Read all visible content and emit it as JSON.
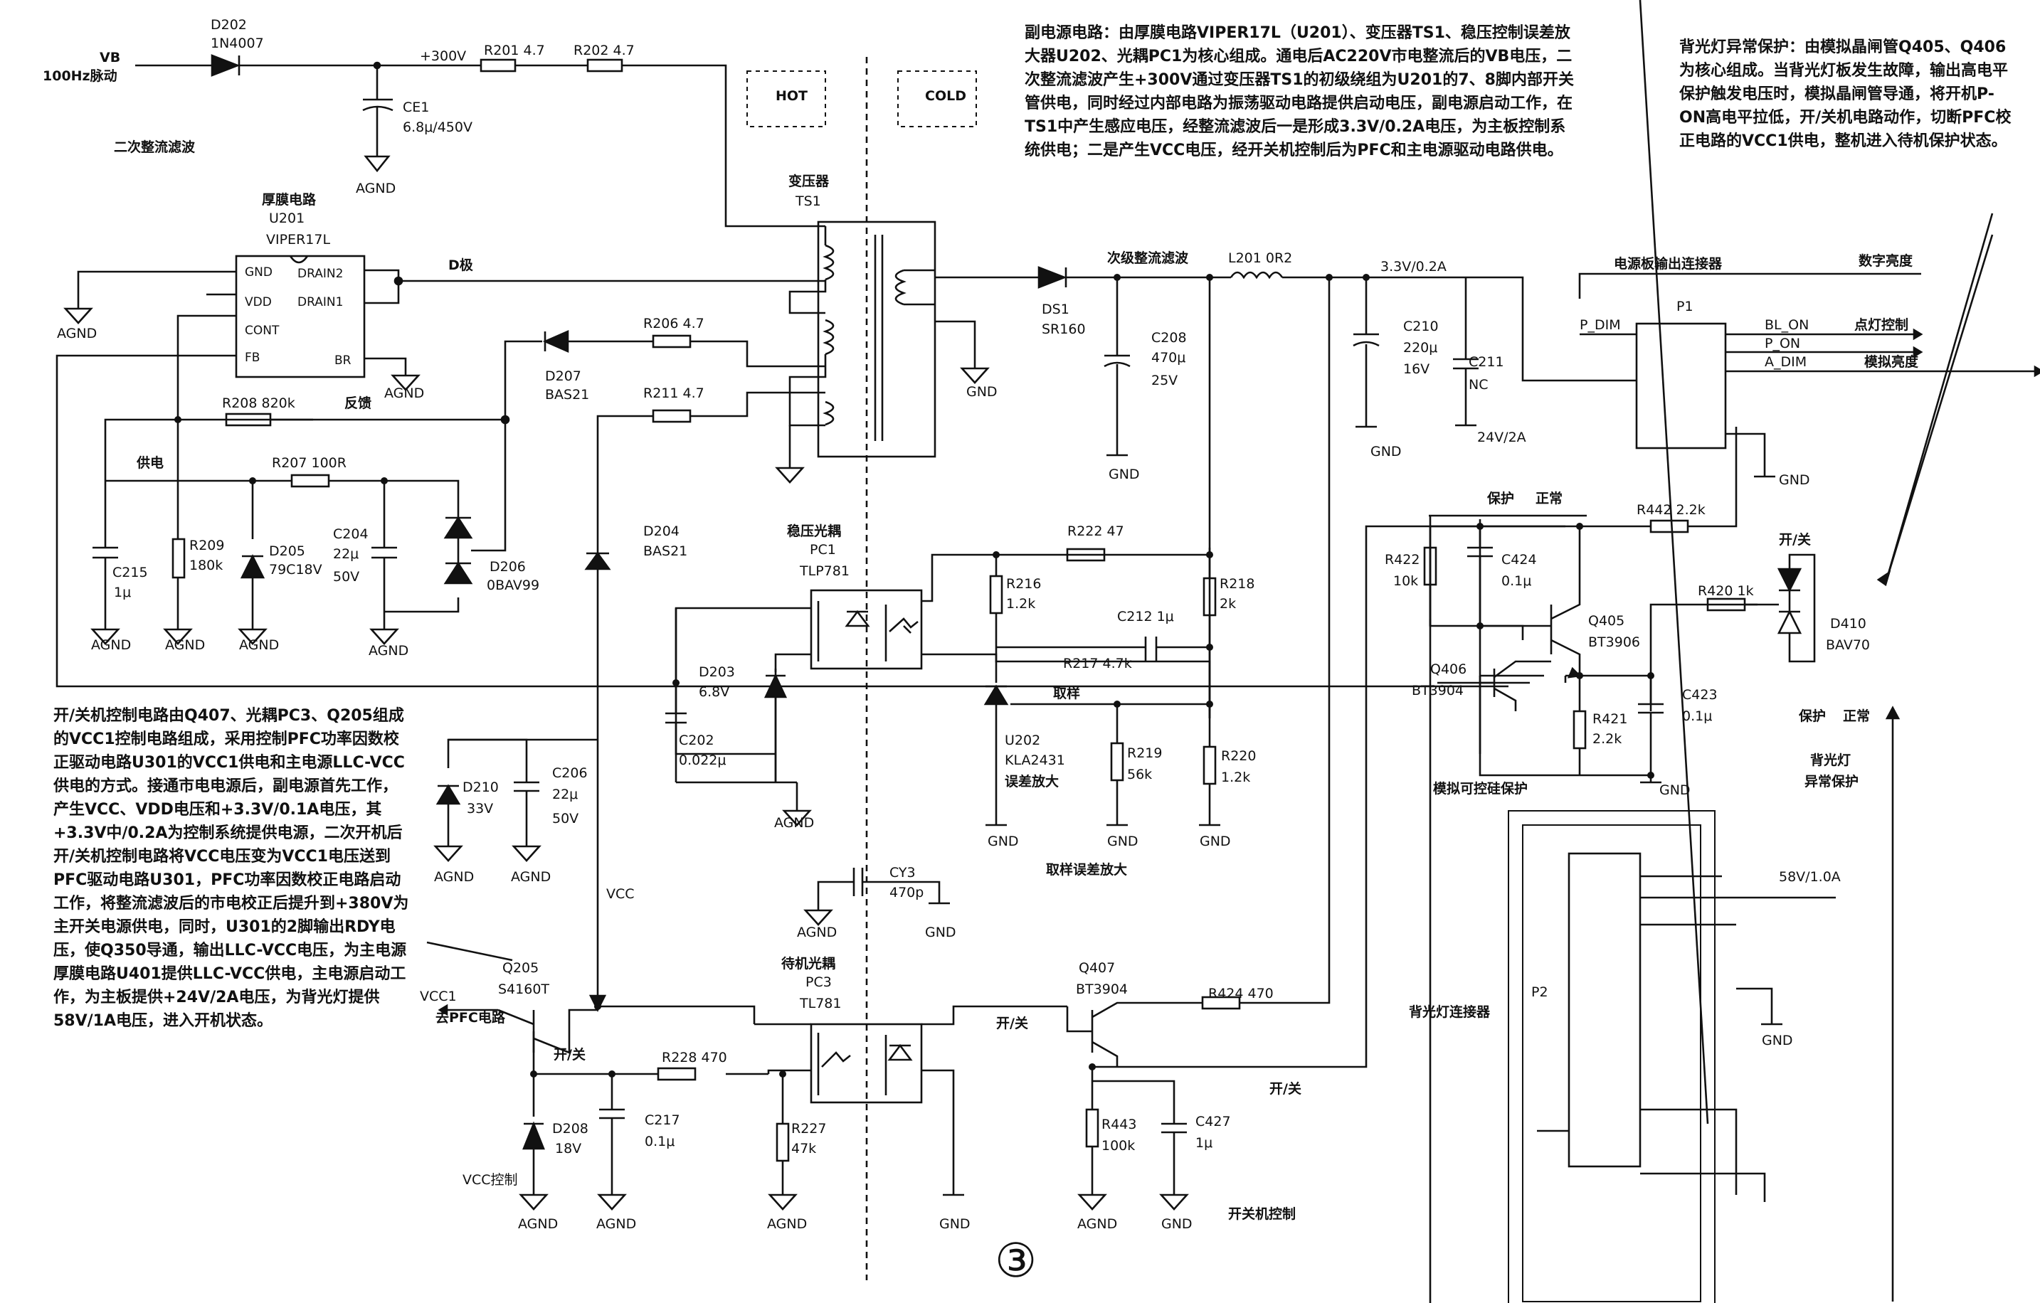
{
  "figure_number": "③",
  "blocks": {
    "aux_supply": "副电源电路：由厚膜电路VIPER17L（U201）、变压器TS1、稳压控制误差放大器U202、光耦PC1为核心组成。通电后AC220V市电整流后的VB电压，二次整流滤波产生+300V通过变压器TS1的初级绕组为U201的7、8脚内部开关管供电，同时经过内部电路为振荡驱动电路提供启动电压，副电源启动工作，在TS1中产生感应电压，经整流滤波后一是形成3.3V/0.2A电压，为主板控制系统供电；二是产生VCC电压，经开关机控制后为PFC和主电源驱动电路供电。",
    "backlight_protect": "背光灯异常保护：由模拟晶闸管Q405、Q406为核心组成。当背光灯板发生故障，输出高电平保护触发电压时，模拟晶闸管导通，将开机P-ON高电平拉低，开/关机电路动作，切断PFC校正电路的VCC1供电，整机进入待机保护状态。",
    "onoff_control": "开/关机控制电路由Q407、光耦PC3、Q205组成的VCC1控制电路组成，采用控制PFC功率因数校正驱动电路U301的VCC1供电和主电源LLC-VCC供电的方式。接通市电电源后，副电源首先工作，产生VCC、VDD电压和+3.3V/0.1A电压，其+3.3V中/0.2A为控制系统提供电源，二次开机后开/关机控制电路将VCC电压变为VCC1电压送到PFC驱动电路U301，PFC功率因数校正电路启动工作，将整流滤波后的市电校正后提升到+380V为主开关电源供电，同时，U301的2脚输出RDY电压，使Q350导通，输出LLC-VCC电压，为主电源厚膜电路U401提供LLC-VCC供电，主电源启动工作，为主板提供+24V/2A电压，为背光灯提供58V/1A电压，进入开机状态。"
  },
  "labels": {
    "vb": "VB",
    "vb_desc": "100Hz脉动",
    "d202": "D202",
    "d202_part": "1N4007",
    "v300": "+300V",
    "r201": "R201 4.7",
    "r202": "R202 4.7",
    "ce1": "CE1",
    "ce1_val": "6.8μ/450V",
    "second_rect": "二次整流滤波",
    "agnd": "AGND",
    "hot": "HOT",
    "cold": "COLD",
    "thick_film": "厚膜电路",
    "u201": "U201",
    "viper": "VIPER17L",
    "pin_gnd": "GND",
    "pin_vdd": "VDD",
    "pin_cont": "CONT",
    "pin_fb": "FB",
    "pin_drain2": "DRAIN2",
    "pin_drain1": "DRAIN1",
    "pin_br": "BR",
    "d_pole": "D极",
    "transformer": "变压器",
    "ts1": "TS1",
    "d207": "D207",
    "d207_part": "BAS21",
    "r206": "R206 4.7",
    "r211": "R211 4.7",
    "r208": "R208 820k",
    "feedback": "反馈",
    "supply": "供电",
    "r207": "R207 100R",
    "c215": "C215",
    "c215_val": "1μ",
    "r209": "R209",
    "r209_val": "180k",
    "d205": "D205",
    "d205_val": "79C18V",
    "c204": "C204",
    "c204_val1": "22μ",
    "c204_val2": "50V",
    "d206": "D206",
    "d206_part": "0BAV99",
    "ds1": "DS1",
    "ds1_part": "SR160",
    "sec_rect": "次级整流滤波",
    "l201": "L201 0R2",
    "c208": "C208",
    "c208_val1": "470μ",
    "c208_val2": "25V",
    "v33": "3.3V/0.2A",
    "c210": "C210",
    "c210_val1": "220μ",
    "c210_val2": "16V",
    "c211": "C211",
    "c211_val": "NC",
    "v24": "24V/2A",
    "gnd": "GND",
    "conn_out": "电源板输出连接器",
    "p1": "P1",
    "p_dim": "P_DIM",
    "bl_on": "BL_ON",
    "p_on": "P_ON",
    "a_dim": "A_DIM",
    "digital_bright": "数字亮度",
    "lamp_ctrl": "点灯控制",
    "analog_bright": "模拟亮度",
    "d204": "D204",
    "d204_part": "BAS21",
    "pc1_title": "稳压光耦",
    "pc1": "PC1",
    "pc1_part": "TLP781",
    "r222": "R222 47",
    "r216": "R216",
    "r216_val": "1.2k",
    "r218": "R218",
    "r218_val": "2k",
    "c212": "C212 1μ",
    "r217": "R217 4.7k",
    "d203": "D203",
    "d203_val": "6.8V",
    "c202": "C202",
    "c202_val": "0.022μ",
    "sample": "取样",
    "u202": "U202",
    "u202_part": "KLA2431",
    "err_amp": "误差放大",
    "r219": "R219",
    "r219_val": "56k",
    "r220": "R220",
    "r220_val": "1.2k",
    "sample_amp": "取样误差放大",
    "d210": "D210",
    "d210_val": "33V",
    "c206": "C206",
    "c206_val1": "22μ",
    "c206_val2": "50V",
    "vcc": "VCC",
    "cy3": "CY3",
    "cy3_val": "470p",
    "standby_oc": "待机光耦",
    "pc3": "PC3",
    "pc3_part": "TL781",
    "q205": "Q205",
    "q205_part": "S4160T",
    "vcc1": "VCC1",
    "to_pfc": "去PFC电路",
    "switch": "开/关",
    "r228": "R228 470",
    "d208": "D208",
    "d208_val": "18V",
    "vcc_ctrl": "VCC控制",
    "c217": "C217",
    "c217_val": "0.1μ",
    "r227": "R227",
    "r227_val": "47k",
    "q407": "Q407",
    "q407_part": "BT3904",
    "r424": "R424 470",
    "r443": "R443",
    "r443_val": "100k",
    "c427": "C427",
    "c427_val": "1μ",
    "onoff_ctrl": "开关机控制",
    "protect": "保护",
    "normal": "正常",
    "r442": "R442 2.2k",
    "r422": "R422",
    "r422_val": "10k",
    "c424": "C424",
    "c424_val": "0.1μ",
    "q405": "Q405",
    "q405_part": "BT3906",
    "q406": "Q406",
    "q406_part": "BT3904",
    "r420": "R420 1k",
    "d410": "D410",
    "d410_part": "BAV70",
    "c423": "C423",
    "c423_val": "0.1μ",
    "r421": "R421",
    "r421_val": "2.2k",
    "scr_protect": "模拟可控硅保护",
    "bl_abn1": "背光灯",
    "bl_abn2": "异常保护",
    "v58": "58V/1.0A",
    "p2": "P2",
    "bl_conn": "背光灯连接器"
  }
}
